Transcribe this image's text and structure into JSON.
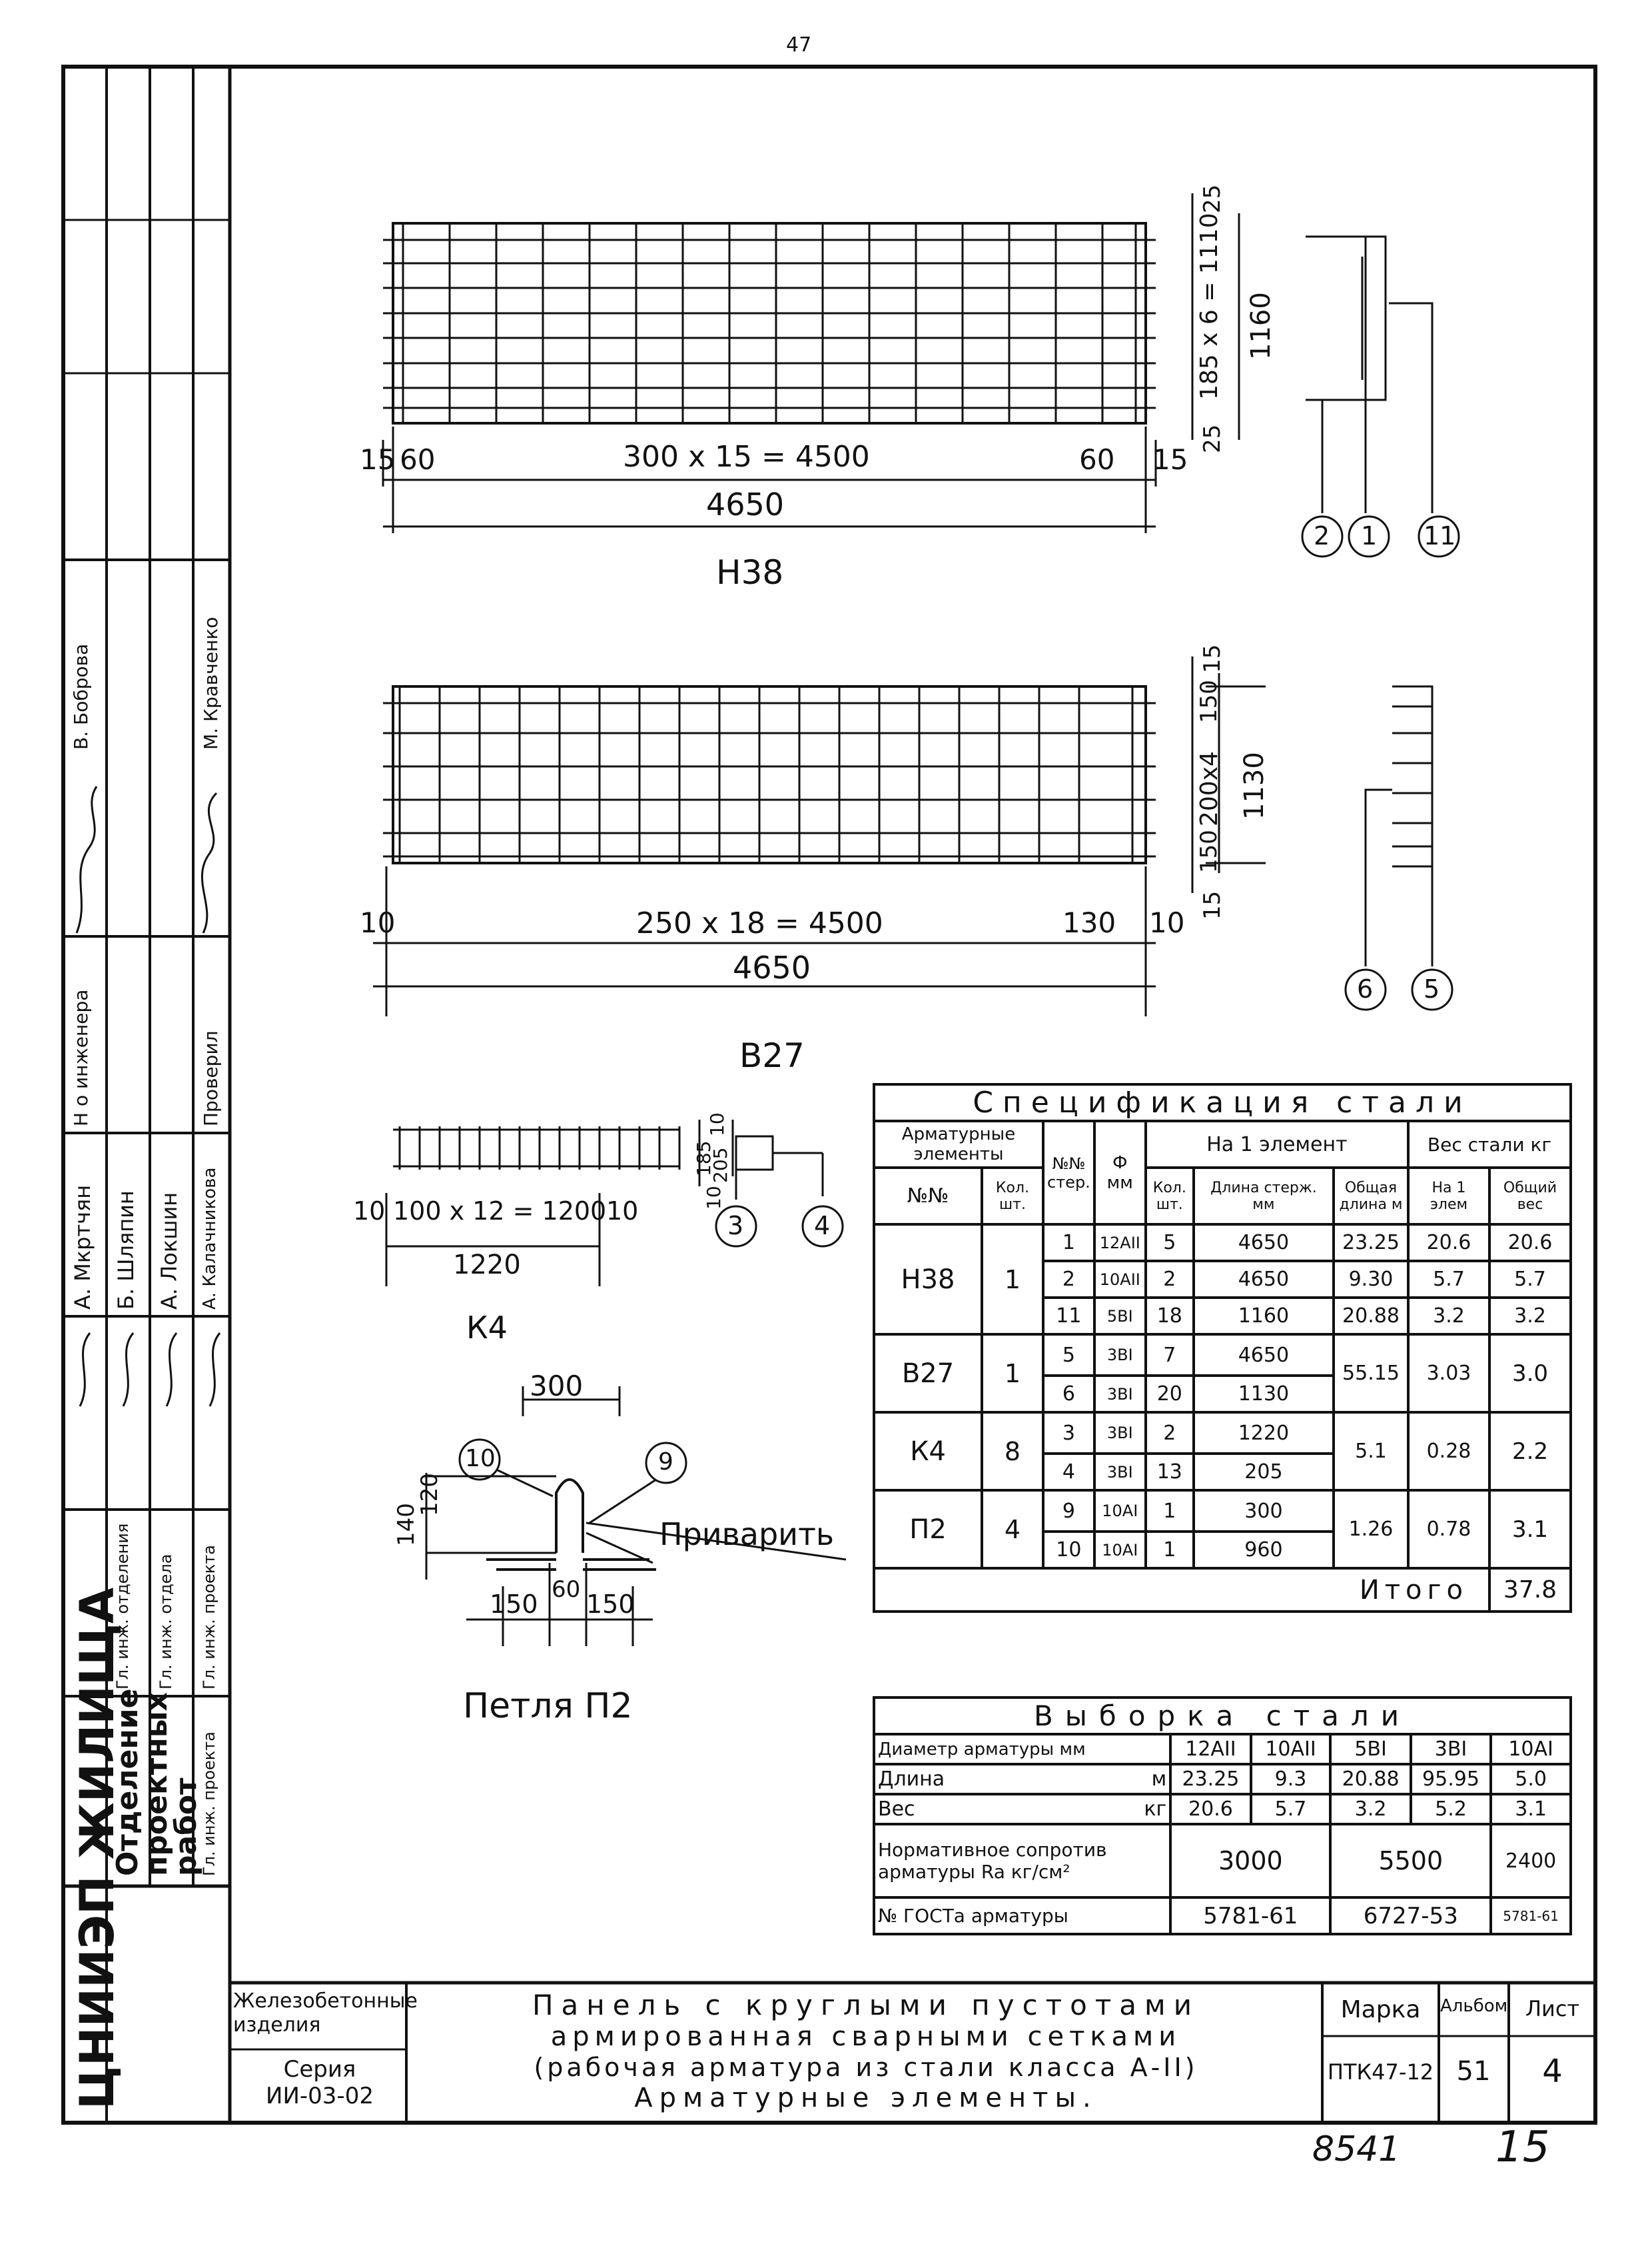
{
  "top_mark": "47",
  "drawings": {
    "h38": {
      "name": "Н38",
      "left_edge": "15",
      "left_end": "60",
      "span": "300 x 15 = 4500",
      "right_end": "60",
      "right_edge": "15",
      "total": "4650",
      "v_top": "25",
      "v_span": "185 x 6 = 1110",
      "v_bottom": "25",
      "v_total": "1160",
      "callouts": [
        "2",
        "1",
        "11"
      ]
    },
    "b27": {
      "name": "В27",
      "left_edge": "10",
      "span": "250 x 18 = 4500",
      "right_end": "130",
      "right_edge": "10",
      "total": "4650",
      "v_top_edge": "15",
      "v_top": "150",
      "v_span": "200x4",
      "v_bottom": "150",
      "v_bottom_edge": "15",
      "v_total": "1130",
      "callouts": [
        "6",
        "5"
      ]
    },
    "k4": {
      "name": "К4",
      "left_edge": "10",
      "span": "100 x 12 = 1200",
      "right_edge": "10",
      "total": "1220",
      "v_top": "10",
      "v_a": "185",
      "v_b": "205",
      "v_bottom": "10",
      "callouts": [
        "3",
        "4"
      ]
    },
    "p2": {
      "name": "Петля П2",
      "width": "300",
      "left": "150",
      "mid": "60",
      "right": "150",
      "h1": "140",
      "h2": "120",
      "callouts": [
        "10",
        "9"
      ],
      "weld_note": "Приварить"
    }
  },
  "spec": {
    "title": "Спецификация стали",
    "h_elements": "Арматурные элементы",
    "h_no": "№№",
    "h_qty": "Кол. шт.",
    "h_bar_no": "№№ стер.",
    "h_phi": "Ф мм",
    "h_per_element": "На 1 элемент",
    "h_bar_qty": "Кол. шт.",
    "h_bar_len": "Длина стерж. мм",
    "h_total_len": "Общая длина м",
    "h_weight": "Вес стали кг",
    "h_w_elem": "На 1 элем",
    "h_w_total": "Общий вес",
    "groups": [
      {
        "mark": "Н38",
        "qty": "1",
        "total_len": "",
        "w_elem": "",
        "w_total": "",
        "rows": [
          {
            "no": "1",
            "phi": "12АII",
            "n": "5",
            "len": "4650",
            "tl": "23.25",
            "we": "20.6",
            "wt": "20.6"
          },
          {
            "no": "2",
            "phi": "10АII",
            "n": "2",
            "len": "4650",
            "tl": "9.30",
            "we": "5.7",
            "wt": "5.7"
          },
          {
            "no": "11",
            "phi": "5ВI",
            "n": "18",
            "len": "1160",
            "tl": "20.88",
            "we": "3.2",
            "wt": "3.2"
          }
        ]
      },
      {
        "mark": "В27",
        "qty": "1",
        "total_len": "55.15",
        "w_elem": "3.03",
        "w_total": "3.0",
        "rows": [
          {
            "no": "5",
            "phi": "3ВI",
            "n": "7",
            "len": "4650"
          },
          {
            "no": "6",
            "phi": "3ВI",
            "n": "20",
            "len": "1130"
          }
        ]
      },
      {
        "mark": "К4",
        "qty": "8",
        "total_len": "5.1",
        "w_elem": "0.28",
        "w_total": "2.2",
        "rows": [
          {
            "no": "3",
            "phi": "3ВI",
            "n": "2",
            "len": "1220"
          },
          {
            "no": "4",
            "phi": "3ВI",
            "n": "13",
            "len": "205"
          }
        ]
      },
      {
        "mark": "П2",
        "qty": "4",
        "total_len": "1.26",
        "w_elem": "0.78",
        "w_total": "3.1",
        "rows": [
          {
            "no": "9",
            "phi": "10АI",
            "n": "1",
            "len": "300"
          },
          {
            "no": "10",
            "phi": "10АI",
            "n": "1",
            "len": "960"
          }
        ]
      }
    ],
    "total_label": "Итого",
    "total_value": "37.8"
  },
  "sample": {
    "title": "Выборка стали",
    "h_diam": "Диаметр арматуры мм",
    "diams": [
      "12АII",
      "10АII",
      "5ВI",
      "3ВI",
      "10АI"
    ],
    "len_label": "Длина",
    "len_unit": "м",
    "lengths": [
      "23.25",
      "9.3",
      "20.88",
      "95.95",
      "5.0"
    ],
    "weight_label": "Вес",
    "weight_unit": "кг",
    "weights": [
      "20.6",
      "5.7",
      "3.2",
      "5.2",
      "3.1"
    ],
    "norm_label": "Нормативное сопротив арматуры Ra кг/см²",
    "norm_a": "3000",
    "norm_b": "5500",
    "norm_c": "2400",
    "gost_label": "№ ГОСТа арматуры",
    "gost_a": "5781-61",
    "gost_b": "6727-53",
    "gost_c": "5781-61"
  },
  "title_block": {
    "org": "ЦНИИЭП ЖИЛИЩА",
    "dept": "Отделение проектных работ",
    "roles": [
      "Гл. инж. отделения",
      "Гл. инж. отдела",
      "Гл. инж. проекта",
      "Гл. инж. проекта",
      "Н о инженера",
      "Проверил"
    ],
    "names": [
      "А. Мкртчян",
      "Б. Шляпин",
      "А. Локшин",
      "А. Калачникова",
      "",
      "М. Кравченко",
      "В. Боброва"
    ],
    "category": "Железобетонные изделия",
    "series": "Серия ИИ-03-02",
    "title_lines": [
      "Панель с круглыми пустотами",
      "армированная сварными сетками",
      "(рабочая арматура из стали класса А-II)",
      "Арматурные элементы."
    ],
    "mark_label": "Марка",
    "mark_value": "ПТК47-12",
    "album_label": "Альбом",
    "album_value": "51",
    "sheet_label": "Лист",
    "sheet_value": "4"
  },
  "bottom_notes": {
    "archive": "8541",
    "page": "15"
  }
}
